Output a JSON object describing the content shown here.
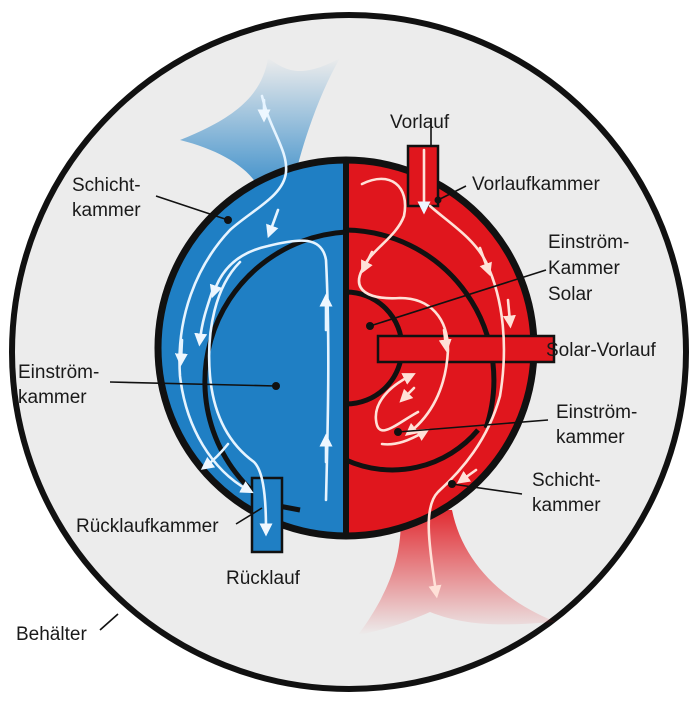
{
  "labels": {
    "vorlauf": "Vorlauf",
    "vorlaufkammer": "Vorlaufkammer",
    "einstroem_kammer_solar_1": "Einström-",
    "einstroem_kammer_solar_2": "Kammer",
    "einstroem_kammer_solar_3": "Solar",
    "solar_vorlauf": "Solar-Vorlauf",
    "einstroemkammer_right_1": "Einström-",
    "einstroemkammer_right_2": "kammer",
    "schichtkammer_right_1": "Schicht-",
    "schichtkammer_right_2": "kammer",
    "schichtkammer_left_1": "Schicht-",
    "schichtkammer_left_2": "kammer",
    "einstroemkammer_left_1": "Einström-",
    "einstroemkammer_left_2": "kammer",
    "ruecklaufkammer": "Rücklaufkammer",
    "ruecklauf": "Rücklauf",
    "behaelter": "Behälter"
  },
  "colors": {
    "cold": "#1f7fc4",
    "hot": "#e0161d",
    "tank_fill": "#ececec",
    "outline": "#111111",
    "flow_cold": "#e6f4ff",
    "flow_hot": "#ffe1d8"
  }
}
